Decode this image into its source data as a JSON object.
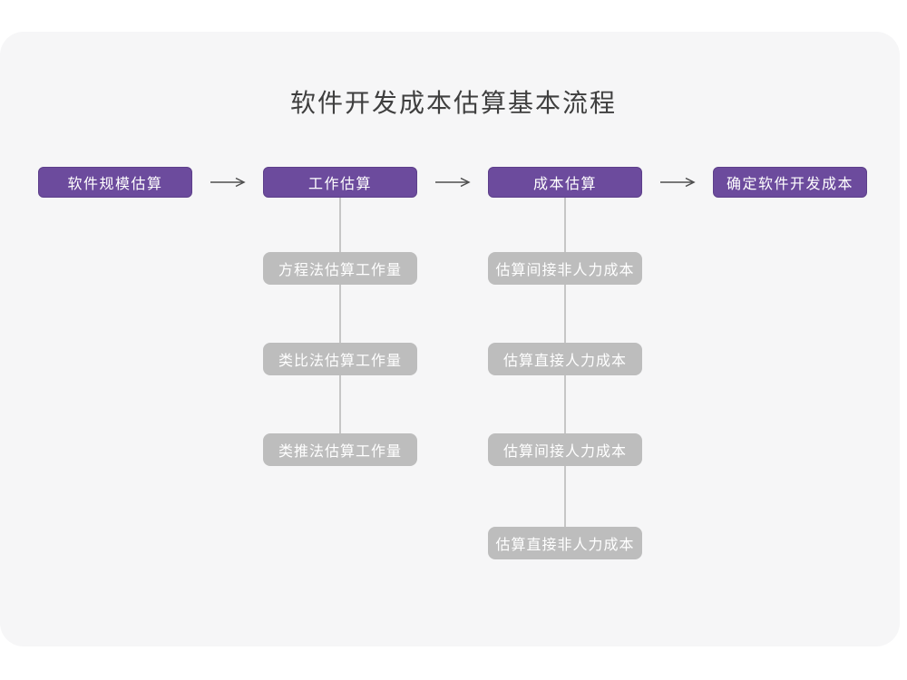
{
  "title": "软件开发成本估算基本流程",
  "colors": {
    "page_bg": "#ffffff",
    "card_bg": "#f6f6f7",
    "title_color": "#3f3f3f",
    "primary": "#6c4b9d",
    "primary_border": "#5d3f8a",
    "sub_box": "#bdbdbd",
    "connector": "#c6c6c6",
    "arrow": "#4f4f4f"
  },
  "flow": {
    "steps": [
      {
        "label": "软件规模估算"
      },
      {
        "label": "工作估算"
      },
      {
        "label": "成本估算"
      },
      {
        "label": "确定软件开发成本"
      }
    ]
  },
  "sub_steps": {
    "work_estimation": [
      "方程法估算工作量",
      "类比法估算工作量",
      "类推法估算工作量"
    ],
    "cost_estimation": [
      "估算间接非人力成本",
      "估算直接人力成本",
      "估算间接人力成本",
      "估算直接非人力成本"
    ]
  }
}
